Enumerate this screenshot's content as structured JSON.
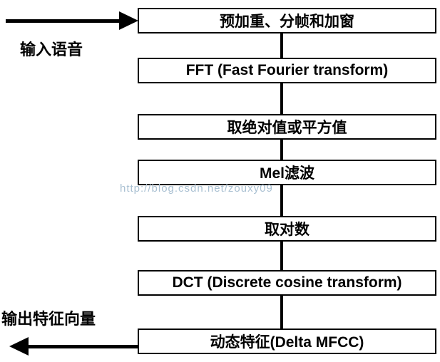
{
  "diagram": {
    "title_semantic": "MFCC feature extraction flowchart",
    "input_label": "输入语音",
    "output_label": "输出特征向量",
    "watermark": "http://blog.csdn.net/zouxy09",
    "boxes": [
      {
        "label": "预加重、分帧和加窗"
      },
      {
        "label": "FFT (Fast Fourier transform)"
      },
      {
        "label": "取绝对值或平方值"
      },
      {
        "label": "Mel滤波"
      },
      {
        "label": "取对数"
      },
      {
        "label": "DCT (Discrete cosine transform)"
      },
      {
        "label": "动态特征(Delta MFCC)"
      }
    ],
    "colors": {
      "background": "#ffffff",
      "box_border": "#000000",
      "text": "#000000",
      "connector": "#000000",
      "watermark": "#a9c0d2"
    }
  }
}
